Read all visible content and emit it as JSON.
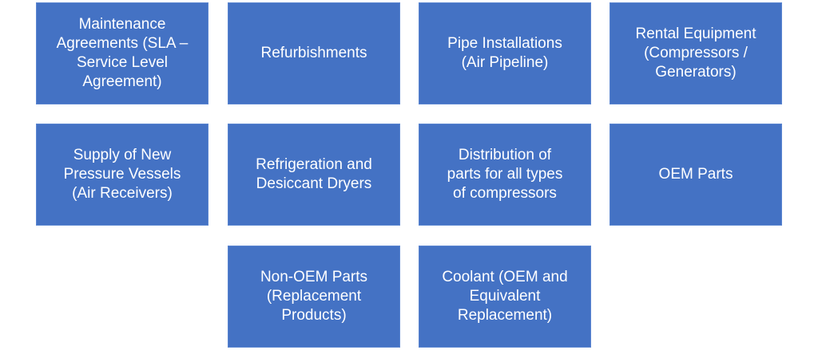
{
  "services": [
    {
      "label": "Maintenance\nAgreements (SLA –\nService Level\nAgreement)"
    },
    {
      "label": "Refurbishments"
    },
    {
      "label": "Pipe Installations\n(Air Pipeline)"
    },
    {
      "label": "Rental Equipment\n(Compressors /\nGenerators)"
    },
    {
      "label": "Supply of New\nPressure Vessels\n(Air Receivers)"
    },
    {
      "label": "Refrigeration and\nDesiccant Dryers"
    },
    {
      "label": "Distribution of\nparts for all types\nof compressors"
    },
    {
      "label": "OEM Parts"
    },
    {
      "label": "Non-OEM Parts\n(Replacement\nProducts)"
    },
    {
      "label": "Coolant (OEM and\nEquivalent\nReplacement)"
    }
  ],
  "colors": {
    "box_fill": "#4472C4",
    "text": "#FFFFFF"
  }
}
